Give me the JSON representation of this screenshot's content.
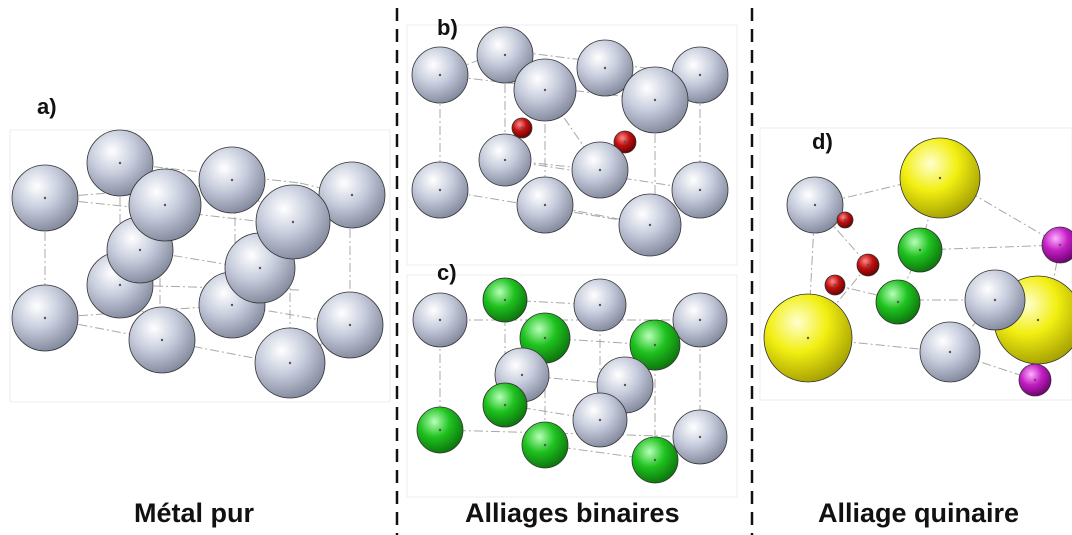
{
  "panels": {
    "a": {
      "label": "a)"
    },
    "b": {
      "label": "b)"
    },
    "c": {
      "label": "c)"
    },
    "d": {
      "label": "d)"
    }
  },
  "captions": {
    "left": "Métal pur",
    "middle": "Alliages binaires",
    "right": "Alliage quinaire"
  },
  "atom_colors": {
    "host": "#c4cbdc",
    "red": "#c21010",
    "green": "#1fc21f",
    "yellow": "#f2ef12",
    "magenta": "#c41ec4"
  }
}
